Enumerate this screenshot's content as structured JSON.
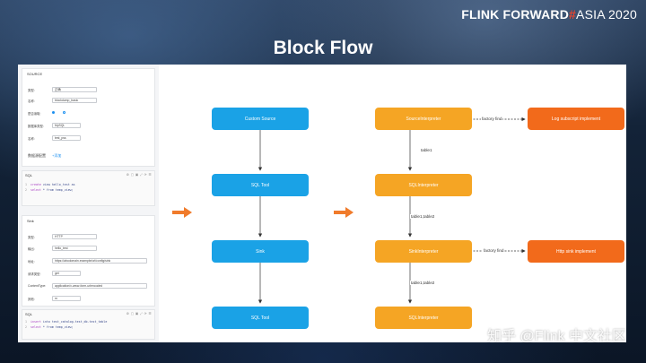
{
  "header": {
    "brand_main": "FLINK FORWARD",
    "brand_hash": "#",
    "brand_asia": "ASIA 2020",
    "title": "Block Flow"
  },
  "form": {
    "source_card": {
      "title": "SOURCE",
      "rows": [
        {
          "label": "类型:",
          "value": "正确"
        },
        {
          "label": "名称:",
          "value": "blockdump_basic"
        },
        {
          "label": "是否读取:",
          "value": ""
        },
        {
          "label": "数据库类型:",
          "value": "MySQL"
        },
        {
          "label": "名称:",
          "value": "test_pss"
        }
      ],
      "config_label": "数据源配置",
      "add_link": "+添加"
    },
    "sql1": {
      "title": "SQL",
      "tools": "⚙ ▢ ▣ ⤢ ⟳ ☰",
      "lines": [
        {
          "no": "1",
          "kw": "create",
          "rest": " view hello_test as"
        },
        {
          "no": "2",
          "kw": "select",
          "rest": " * from temp_view;"
        }
      ]
    },
    "sink_card": {
      "title": "Sink",
      "rows": [
        {
          "label": "类型:",
          "value": "HTTP"
        },
        {
          "label": "输出:",
          "value": "hello_test"
        },
        {
          "label": "地址:",
          "value": "https://abcdomain.example/url/config/sink"
        },
        {
          "label": "请求类型:",
          "value": "get"
        },
        {
          "label": "ContentType:",
          "value": "application/x-www-form-urlencoded"
        },
        {
          "label": "其他:",
          "value": "m"
        }
      ]
    },
    "sql2": {
      "title": "SQL",
      "tools": "⚙ ▢ ▣ ⤢ ⟳ ☰",
      "lines": [
        {
          "no": "1",
          "kw": "insert",
          "rest": " into test_catalog.test_db.test_table"
        },
        {
          "no": "2",
          "kw": "select",
          "rest": " * from temp_view;"
        }
      ]
    }
  },
  "flow_left": {
    "nodes": [
      "Custom Source",
      "SQL Tool",
      "Sink",
      "SQL Tool"
    ]
  },
  "flow_right": {
    "nodes": [
      "SourceInterpreter",
      "SQLInterpreter",
      "SinkInterpreter",
      "SQLInterpreter"
    ],
    "side_nodes": [
      "Log subscript implement",
      "Http sink implement"
    ],
    "edge_labels": [
      "table1",
      "table1,table2",
      "table1,table2"
    ],
    "factory_labels": [
      "factory find",
      "factory find"
    ]
  },
  "watermark": "知乎 @Flink 中文社区",
  "colors": {
    "blue_node": "#1aa2e6",
    "orange_node": "#f5a524",
    "red_node": "#f26a1b",
    "arrow": "#f07b2b",
    "brand_hash": "#e8442e"
  }
}
